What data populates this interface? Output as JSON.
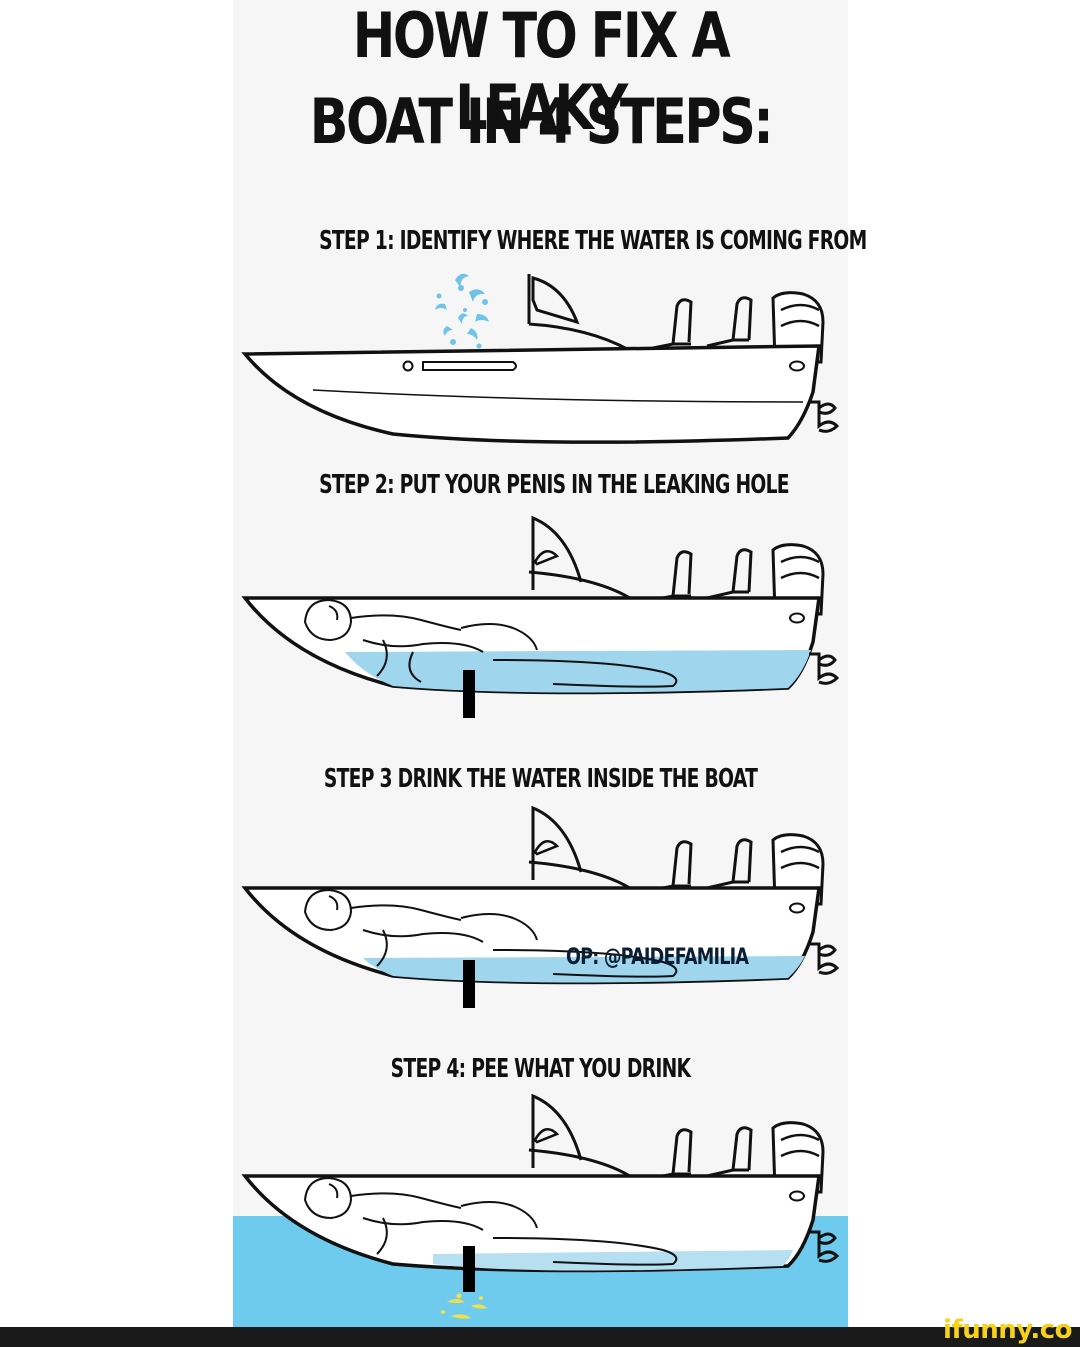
{
  "title": {
    "line1": "HOW TO FIX A LEAKY",
    "line2": "BOAT IN 4 STEPS:"
  },
  "steps": [
    {
      "label": "STEP 1: IDENTIFY WHERE THE WATER IS COMING FROM"
    },
    {
      "label": "STEP 2: PUT YOUR PENIS IN THE LEAKING HOLE"
    },
    {
      "label": "STEP 3 DRINK THE WATER INSIDE THE BOAT"
    },
    {
      "label": "STEP 4: PEE WHAT YOU DRINK"
    }
  ],
  "watermark": "OP: @PAIDEFAMILIA",
  "brand": "ifunny.co",
  "colors": {
    "water": "#9fd6ee",
    "sea": "#6fcbee",
    "line": "#111111",
    "footer": "#1a1a1a",
    "brand": "#f6d21a"
  }
}
